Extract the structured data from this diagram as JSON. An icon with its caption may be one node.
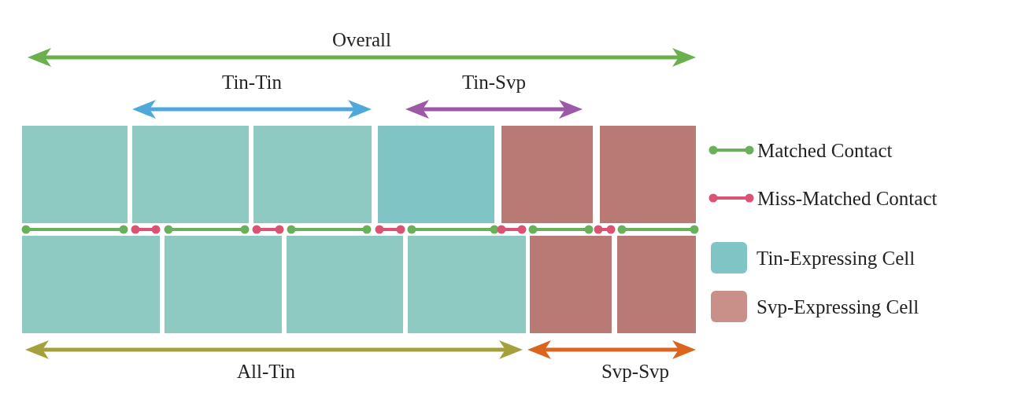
{
  "diagram": {
    "labels": [
      "Overall",
      "Tin-Tin",
      "Tin-Svp",
      "All-Tin",
      "Svp-Svp"
    ],
    "legend": [
      {
        "text": "Matched Contact"
      },
      {
        "text": "Miss-Matched Contact"
      },
      {
        "text": "Tin-Expressing Cell",
        "color": "#80c4c5"
      },
      {
        "text": "Svp-Expressing Cell",
        "color": "#c9908a"
      }
    ]
  }
}
